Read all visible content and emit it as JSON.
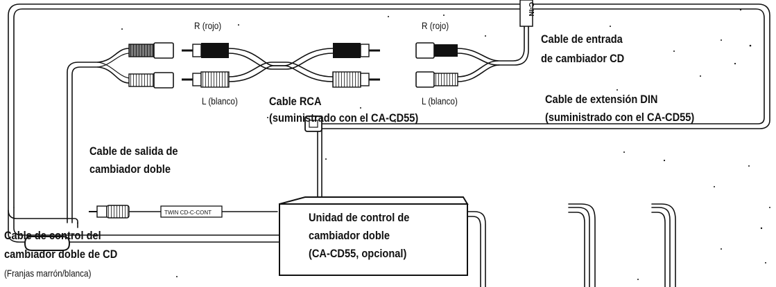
{
  "labels": {
    "cin_tag": "C-IN",
    "r_left": "R (rojo)",
    "r_right": "R (rojo)",
    "l_left": "L (blanco)",
    "l_right": "L (blanco)",
    "cd_input_1": "Cable de entrada",
    "cd_input_2": "de cambiador CD",
    "rca_1": "Cable RCA",
    "rca_2": "(suministrado con el CA-CD55)",
    "din_1": "Cable de extensión DIN",
    "din_2": "(suministrado con el CA-CD55)",
    "out_1": "Cable de salida de",
    "out_2": "cambiador doble",
    "unit_1": "Unidad de control de",
    "unit_2": "cambiador doble",
    "unit_3": "(CA-CD55, opcional)",
    "twin_tag": "TWIN CD-C-CONT",
    "ctrl_1": "Cable de control del",
    "ctrl_2": "cambiador doble de CD",
    "ctrl_3": "(Franjas marrón/blanca)"
  }
}
